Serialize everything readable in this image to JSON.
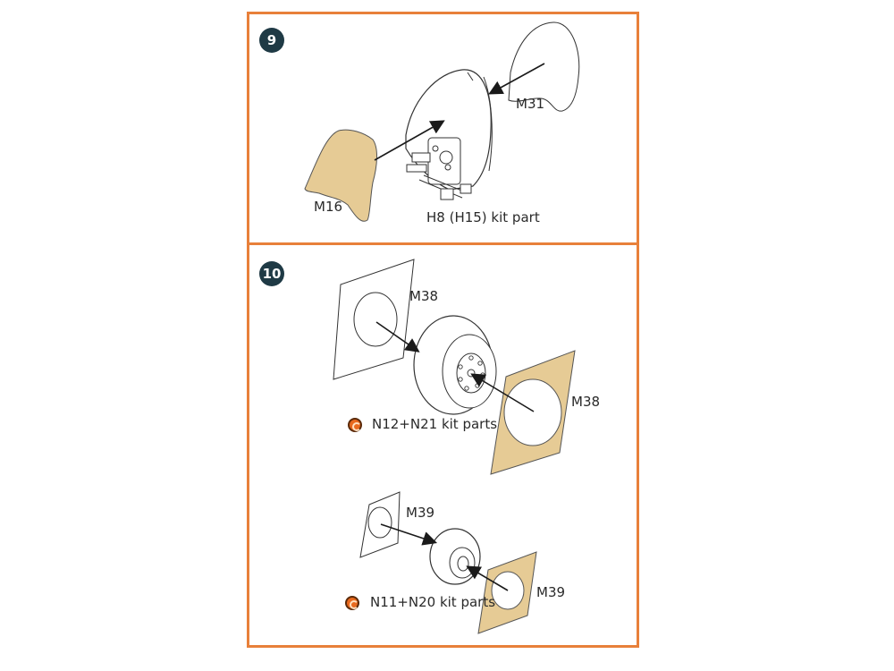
{
  "colors": {
    "frame": "#e8803a",
    "badge": "#1f3a45",
    "mask_fill": "#e6cb95",
    "warning_icon": "#e8691e"
  },
  "step9": {
    "number": "9",
    "labels": {
      "m31": "M31",
      "m16": "M16",
      "kit_part": "H8 (H15) kit part"
    }
  },
  "step10": {
    "number": "10",
    "labels": {
      "m38_top": "M38",
      "m38_right": "M38",
      "kit_parts_large": "N12+N21 kit parts",
      "m39_top": "M39",
      "m39_right": "M39",
      "kit_parts_small": "N11+N20 kit parts"
    },
    "icons": [
      "warning-icon",
      "warning-icon"
    ]
  }
}
